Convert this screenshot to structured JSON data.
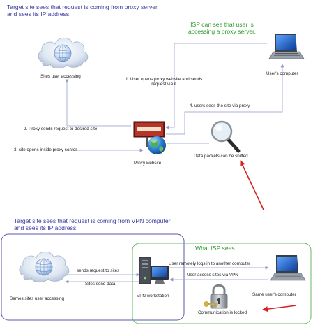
{
  "top": {
    "target_note": [
      "Target site sees that request is coming from proxy server",
      "and sees its IP address."
    ],
    "isp_note": [
      "ISP can see that user is",
      "accessing a proxy server."
    ],
    "sites_label": "Sites user accessing",
    "computer_label": "User's computer",
    "step1": [
      "1. User opens proxy website and sends",
      "request via it"
    ],
    "step2": "2. Proxy sends request to desired site",
    "step3": "3. site opens inside proxy server",
    "step4": "4. users sees the site via proxy",
    "proxy_label": "Proxy website",
    "sniff_label": "Data packets can be sniffed"
  },
  "bottom": {
    "target_note": [
      "Target site sees that request is coming from VPN computer",
      "and sees its IP address."
    ],
    "isp_title": "What ISP sees",
    "sends_request": "sends request to sites",
    "sites_send": "Sites send data",
    "vpn_label": "VPN workstation",
    "remote_login": "User remotely logs in to another computer",
    "access_vpn": "User access sites via VPN",
    "sites_label": "Sames sites user accessing",
    "computer_label": "Same user's computer",
    "locked_label": "Communication is locked"
  },
  "colors": {
    "note_blue": "#3b3aa0",
    "isp_green": "#2e9a2e",
    "connector": "#a9b1d6",
    "arrow_red": "#d62020",
    "box_border": "#5b5aa8",
    "isp_box_border": "#6ab86a"
  },
  "icons": [
    "cloud-globe-icon",
    "laptop-icon",
    "proxy-billboard-icon",
    "globe-icon",
    "magnifier-icon",
    "server-monitor-icon",
    "padlock-key-icon"
  ]
}
